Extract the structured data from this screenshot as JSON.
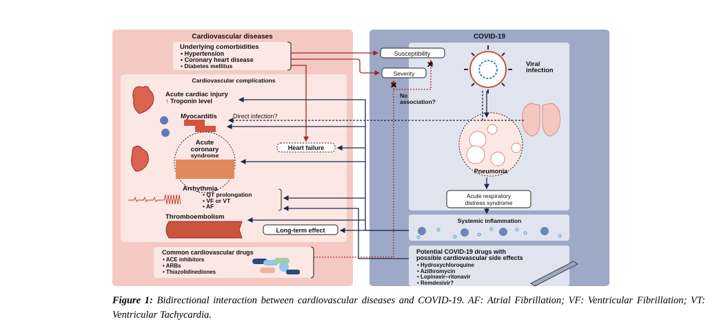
{
  "left_panel": {
    "title": "Cardiovascular diseases",
    "comorbidities": {
      "title": "Underlying comorbidities",
      "items": [
        "• Hypertension",
        "• Coronary heart disease",
        "• Diabetes mellitus"
      ]
    },
    "complications": {
      "title": "Cardiovascular complications",
      "acute_injury": "Acute cardiac injury",
      "troponin": "↑ Troponin level",
      "myocarditis": "Myocarditis",
      "direct_infection": "Direct infection?",
      "heart_failure": "Heart failure",
      "acs": [
        "Acute",
        "coronary",
        "syndrome"
      ],
      "arrhythmia": "Arrhythmia",
      "arrhythmia_items": [
        "• QT prolongation",
        "• VF or VT",
        "• AF"
      ],
      "thromboembolism": "Thromboembolism",
      "long_term": "Long-term effect"
    },
    "drugs": {
      "title": "Common cardiovascular drugs",
      "items": [
        "• ACE inhibitors",
        "• ARBs",
        "• Thiazolidinediones"
      ]
    }
  },
  "right_panel": {
    "title": "COVID-19",
    "susceptibility": "Susceptibility",
    "severity": "Severity",
    "no_association": [
      "No",
      "association?"
    ],
    "viral_infection": [
      "Viral",
      "infection"
    ],
    "pneumonia": "Pneumonia",
    "ards": [
      "Acute respiratory",
      "distress syndrome"
    ],
    "systemic_inflammation": "Systemic inflammation",
    "drugs": {
      "title": [
        "Potential COVID-19 drugs with",
        "possible cardiovascular side effects"
      ],
      "items": [
        "• Hydroxychloroquine",
        "• Azithromycin",
        "• Lopinavir–ritonavir",
        "• Remdesivir?"
      ]
    }
  },
  "caption": {
    "label": "Figure 1:",
    "text": "Bidirectional interaction between cardiovascular diseases and COVID-19. AF: Atrial Fibrillation; VF: Ventricular Fibrillation; VT: Ventricular Tachycardia."
  },
  "colors": {
    "left_bg": "#f4c9c4",
    "left_inner": "#fbe7e4",
    "right_bg": "#9ea9c8",
    "right_inner": "#dfe4ef",
    "red_arrow": "#a3261f",
    "navy_arrow": "#1b2a4a"
  }
}
